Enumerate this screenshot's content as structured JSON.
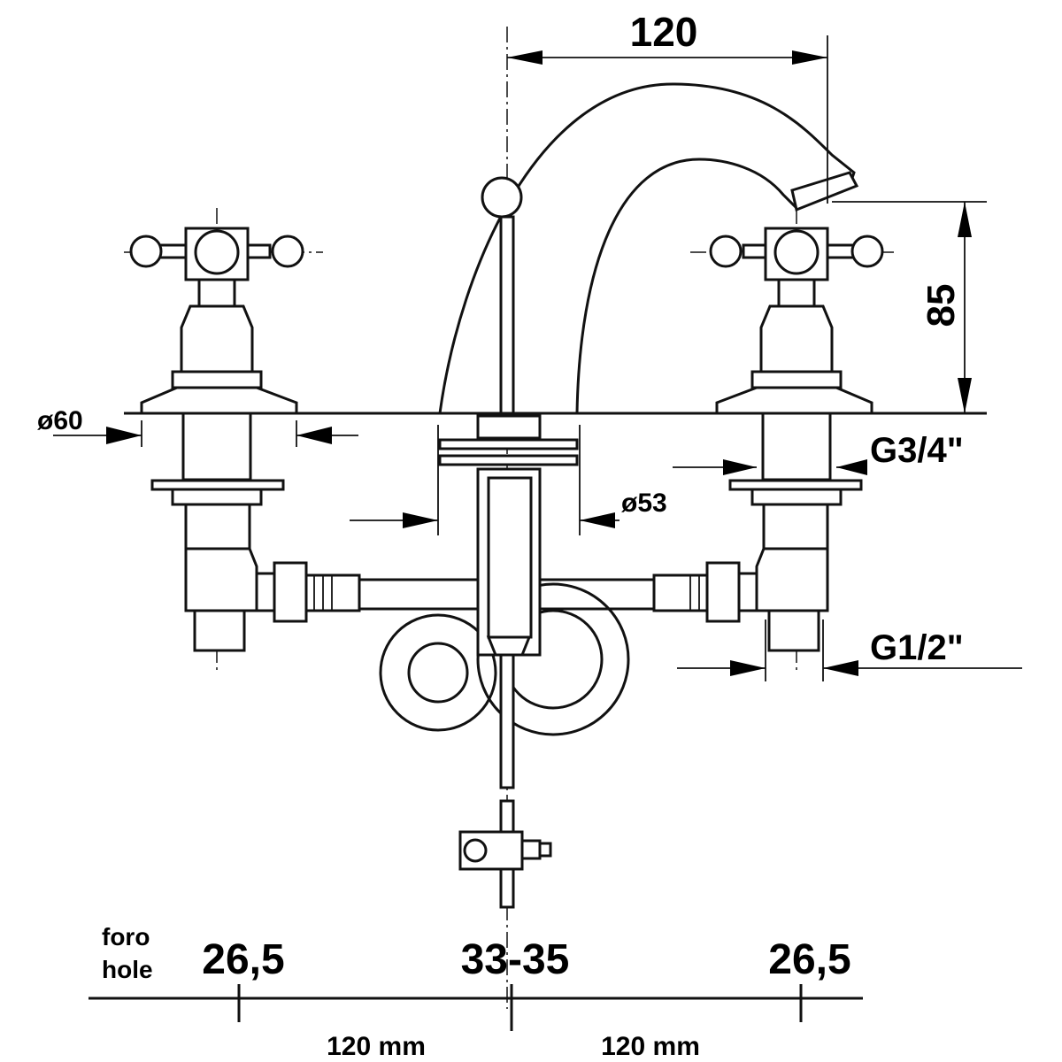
{
  "title": "Three-hole basin mixer technical drawing",
  "dimensions": {
    "spout_reach": "120",
    "spout_height": "85",
    "flange_left": "ø60",
    "flange_center": "ø53",
    "thread_top": "G3/4\"",
    "thread_bottom": "G1/2\""
  },
  "holes": {
    "label_it": "foro",
    "label_en": "hole",
    "left": "26,5",
    "center": "33-35",
    "right": "26,5",
    "spacing_left": "120 mm",
    "spacing_right": "120 mm"
  },
  "colors": {
    "line": "#111111",
    "background": "#ffffff"
  }
}
